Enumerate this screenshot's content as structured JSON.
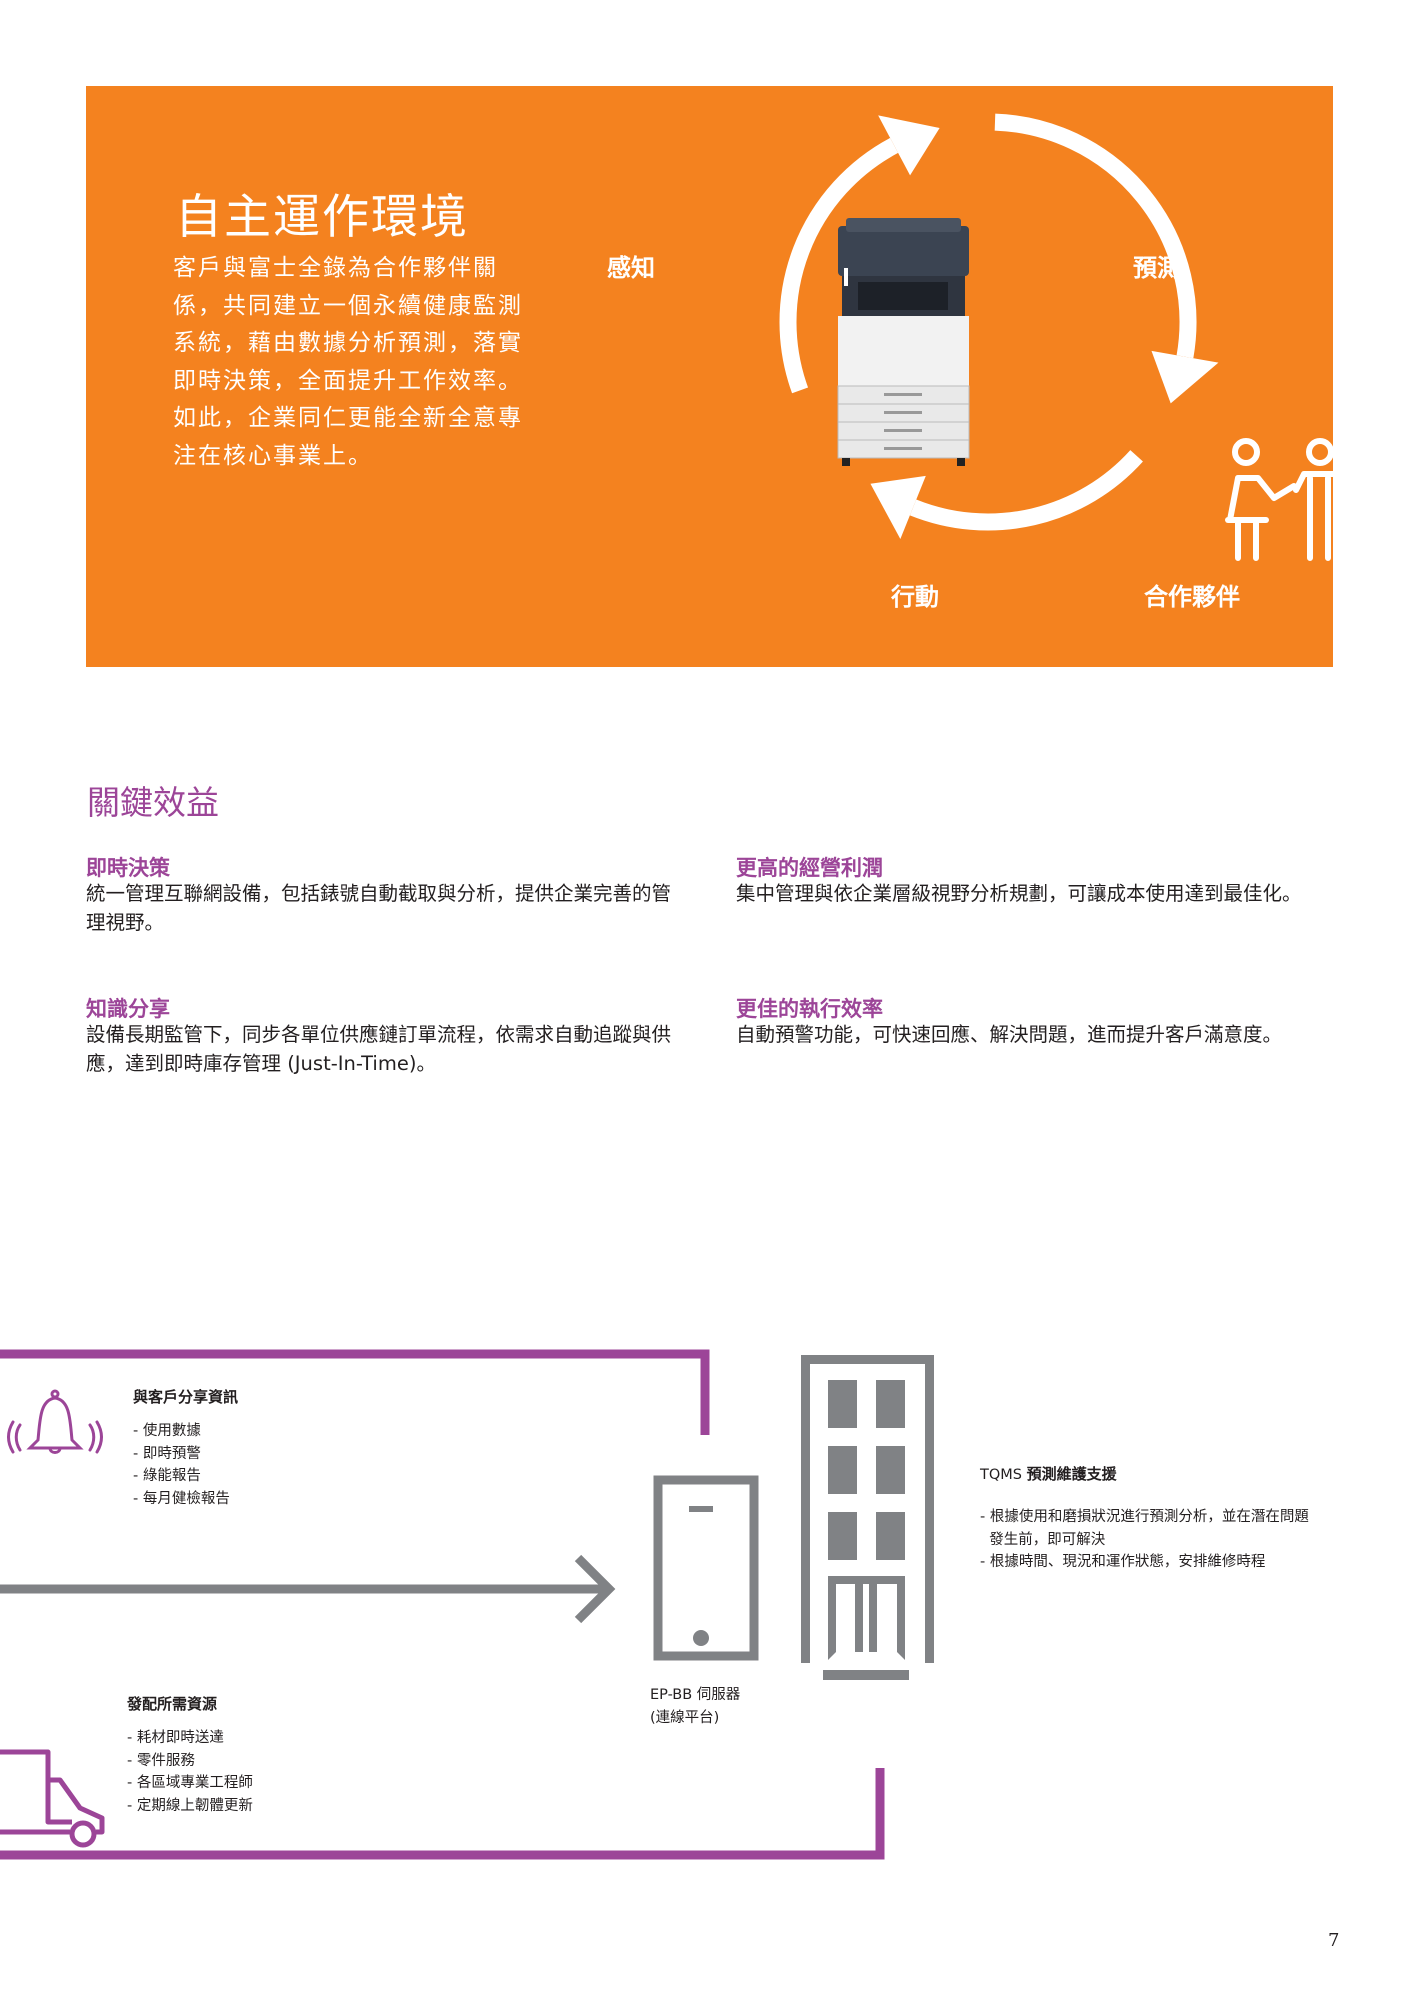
{
  "hero": {
    "title": "自主運作環境",
    "body_lines": [
      "客戶與富士全錄為合作夥伴關",
      "係，共同建立一個永續健康監測",
      "系統，藉由數據分析預測，落實",
      "即時決策，全面提升工作效率。",
      "如此，企業同仁更能全新全意專",
      "注在核心事業上。"
    ],
    "cycle": {
      "sense": "感知",
      "predict": "預測",
      "act": "行動",
      "partner": "合作夥伴"
    }
  },
  "benefits": {
    "title": "關鍵效益",
    "items": [
      {
        "heading": "即時決策",
        "text": "統一管理互聯網設備，包括錶號自動截取與分析，提供企業完善的管理視野。"
      },
      {
        "heading": "更高的經營利潤",
        "text": "集中管理與依企業層級視野分析規劃，可讓成本使用達到最佳化。"
      },
      {
        "heading": "知識分享",
        "text": "設備長期監管下，同步各單位供應鏈訂單流程，依需求自動追蹤與供應，達到即時庫存管理 (Just-In-Time)。"
      },
      {
        "heading": "更佳的執行效率",
        "text": "自動預警功能，可快速回應、解決問題，進而提升客戶滿意度。"
      }
    ]
  },
  "diagram": {
    "share": {
      "heading": "與客戶分享資訊",
      "items": [
        "- 使用數據",
        "- 即時預警",
        "- 綠能報告",
        "- 每月健檢報告"
      ]
    },
    "dispatch": {
      "heading": "發配所需資源",
      "items": [
        "- 耗材即時送達",
        "- 零件服務",
        "- 各區域專業工程師",
        "- 定期線上韌體更新"
      ]
    },
    "server": {
      "line1": "EP-BB 伺服器",
      "line2": "(連線平台)"
    },
    "tqms": {
      "heading_prefix": "TQMS ",
      "heading": "預測維護支援",
      "items": [
        "- 根據使用和磨損狀況進行預測分析，並在潛在問題",
        "  發生前，即可解決",
        "- 根據時間、現況和運作狀態，安排維修時程"
      ]
    }
  },
  "page_number": "7",
  "colors": {
    "orange": "#F4821F",
    "purple": "#9C4598",
    "gray": "#808285"
  }
}
